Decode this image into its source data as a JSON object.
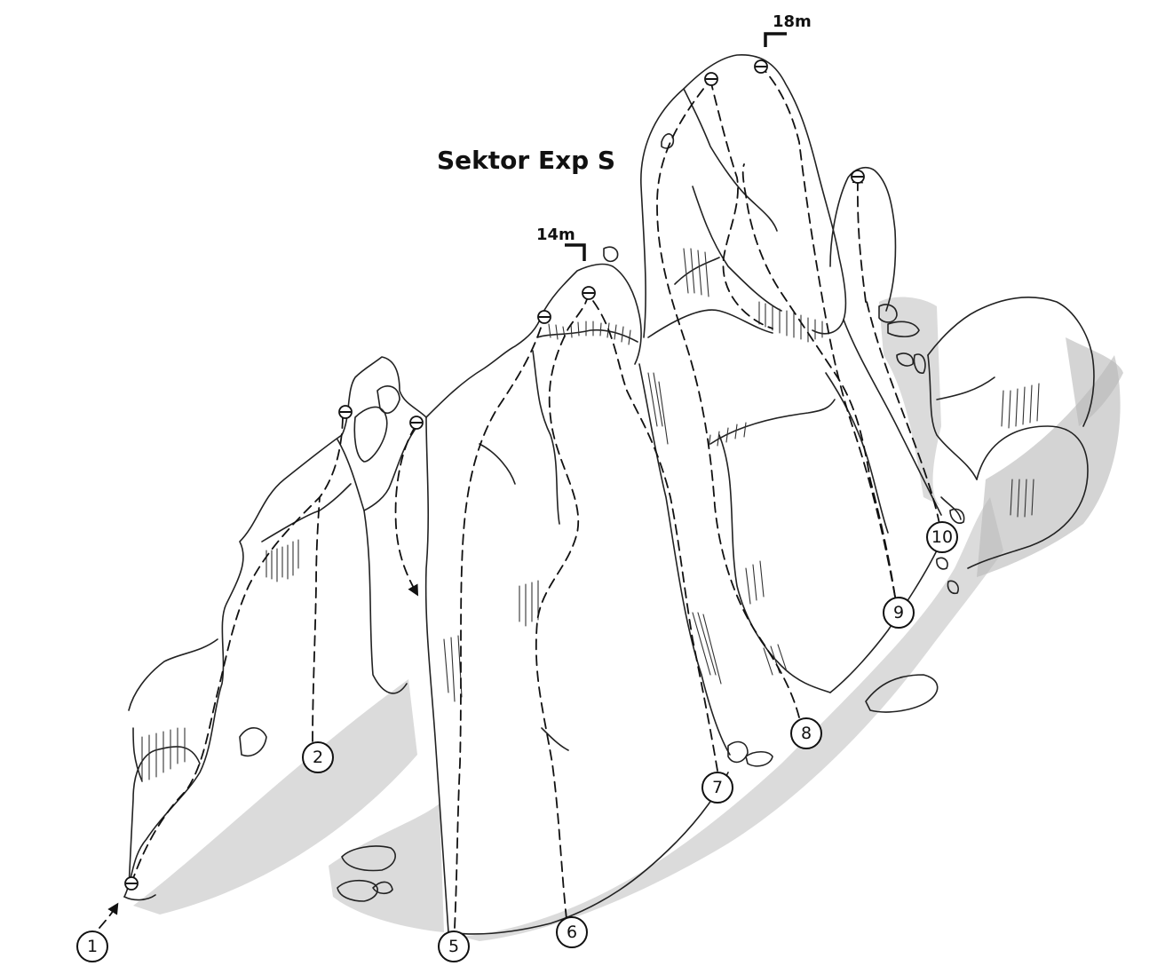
{
  "title": "Sektor Exp S",
  "heights": [
    {
      "label": "14m"
    },
    {
      "label": "18m"
    }
  ],
  "routes": [
    {
      "number": "1"
    },
    {
      "number": "2"
    },
    {
      "number": "5"
    },
    {
      "number": "6"
    },
    {
      "number": "7"
    },
    {
      "number": "8"
    },
    {
      "number": "9"
    },
    {
      "number": "10"
    }
  ]
}
